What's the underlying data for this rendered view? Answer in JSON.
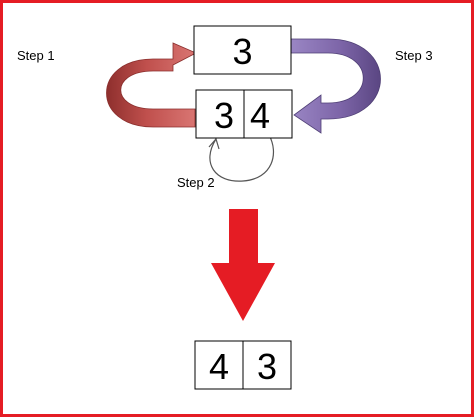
{
  "colors": {
    "border": "#e51c24",
    "step1_arrow": "#c0504d",
    "step3_arrow": "#7d65a8",
    "down_arrow": "#e51c24"
  },
  "labels": {
    "step1": "Step 1",
    "step2": "Step 2",
    "step3": "Step 3"
  },
  "boxes": {
    "temp": "3",
    "pair": [
      "3",
      "4"
    ],
    "result": [
      "4",
      "3"
    ]
  }
}
